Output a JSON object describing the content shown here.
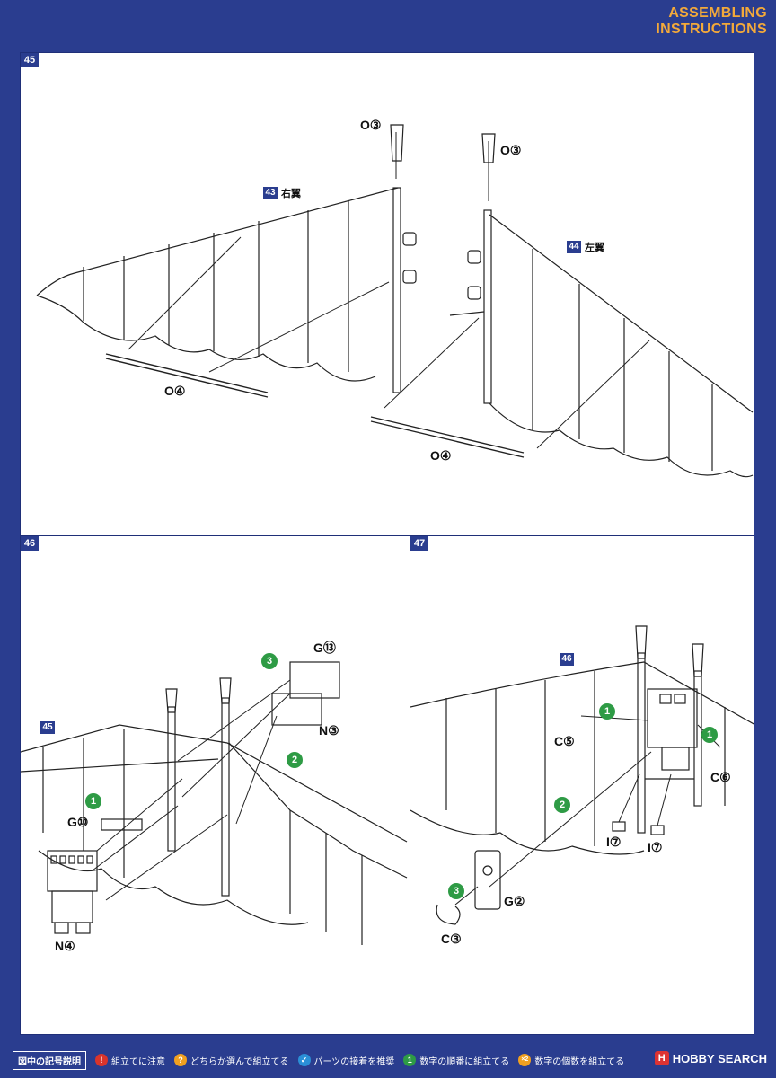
{
  "header": {
    "title_line1": "ASSEMBLING",
    "title_line2": "INSTRUCTIONS"
  },
  "step45": {
    "number": "45",
    "wing_right": {
      "num": "43",
      "label": "右翼"
    },
    "wing_left": {
      "num": "44",
      "label": "左翼"
    },
    "labels": {
      "o3_left": "O③",
      "o3_right": "O③",
      "o4_left": "O④",
      "o4_right": "O④"
    }
  },
  "step46": {
    "number": "46",
    "ref": "45",
    "labels": {
      "g13": "G⑬",
      "n3": "N③",
      "g10": "G⑩",
      "n4": "N④"
    },
    "badges": {
      "b1": "1",
      "b2": "2",
      "b3": "3"
    }
  },
  "step47": {
    "number": "47",
    "ref": "46",
    "labels": {
      "c5": "C⑤",
      "c6": "C⑥",
      "i7a": "I⑦",
      "i7b": "I⑦",
      "g2": "G②",
      "c3": "C③"
    },
    "badges": {
      "b1a": "1",
      "b1b": "1",
      "b2": "2",
      "b3": "3"
    }
  },
  "legend": {
    "title": "図中の記号説明",
    "items": [
      {
        "icon": "!",
        "color": "#d9342b",
        "text": "組立てに注意"
      },
      {
        "icon": "?",
        "color": "#f0a020",
        "text": "どちらか選んで組立てる"
      },
      {
        "icon": "✓",
        "color": "#2a8fd6",
        "text": "パーツの接着を推奨"
      },
      {
        "icon": "1",
        "color": "#2e9b45",
        "text": "数字の順番に組立てる"
      },
      {
        "icon": "×2",
        "color": "#f0a020",
        "text": "数字の個数を組立てる"
      }
    ]
  },
  "brand": {
    "mark": "H",
    "text": "HOBBY SEARCH"
  }
}
